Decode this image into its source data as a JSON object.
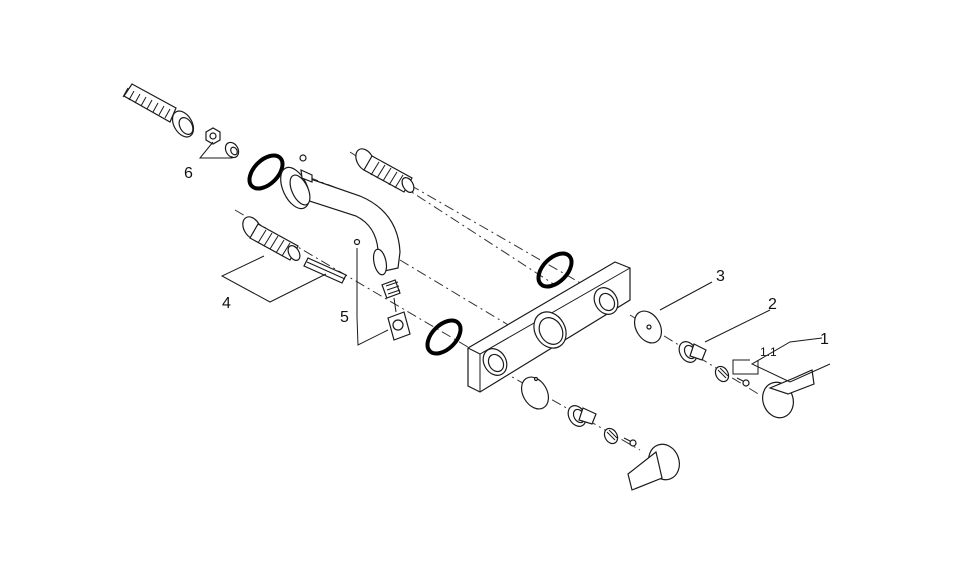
{
  "callouts": {
    "c1": "1",
    "c1_1": "1.1",
    "c2": "2",
    "c3": "3",
    "c4": "4",
    "c5": "5",
    "c6": "6"
  }
}
